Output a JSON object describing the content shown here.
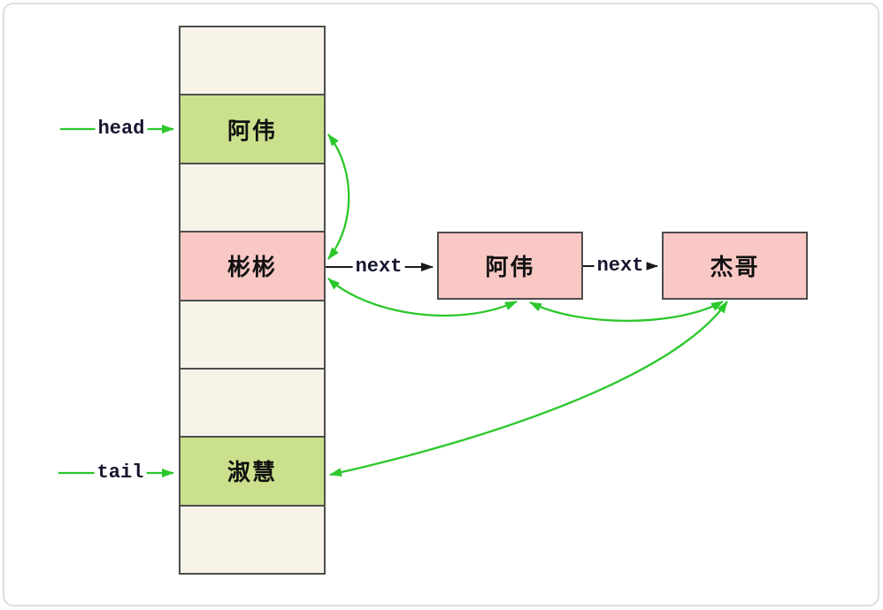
{
  "diagram_title": "",
  "colors": {
    "card_border": "#dedede",
    "cell_border": "#4d4d4d",
    "empty_fill": "#f7f3e9",
    "green_fill": "#cbe08c",
    "pink_fill": "#f9c8c5",
    "arrow_green": "#2bc82b",
    "arrow_black": "#1a1a1a"
  },
  "pointers": {
    "head_label": "head",
    "tail_label": "tail"
  },
  "array": {
    "cells": [
      {
        "label": "",
        "fill": "empty"
      },
      {
        "label": "阿伟",
        "fill": "green"
      },
      {
        "label": "",
        "fill": "empty"
      },
      {
        "label": "彬彬",
        "fill": "pink"
      },
      {
        "label": "",
        "fill": "empty"
      },
      {
        "label": "",
        "fill": "empty"
      },
      {
        "label": "淑慧",
        "fill": "green"
      },
      {
        "label": "",
        "fill": "empty"
      }
    ]
  },
  "chain": {
    "nodes": [
      {
        "label": "阿伟"
      },
      {
        "label": "杰哥"
      }
    ],
    "next_labels": [
      "next",
      "next"
    ]
  },
  "links": {
    "pointer_arrows": [
      {
        "from": "head",
        "to": "阿伟 (array cell)"
      },
      {
        "from": "tail",
        "to": "淑慧 (array cell)"
      }
    ],
    "hash_chain": [
      {
        "from": "彬彬 (array cell)",
        "to": "阿伟 (node)",
        "label": "next"
      },
      {
        "from": "阿伟 (node)",
        "to": "杰哥 (node)",
        "label": "next"
      }
    ],
    "order_links_double_arrows": [
      {
        "a": "阿伟 (array cell)",
        "b": "彬彬 (array cell)"
      },
      {
        "a": "彬彬 (array cell)",
        "b": "阿伟 (node)"
      },
      {
        "a": "阿伟 (node)",
        "b": "杰哥 (node)"
      },
      {
        "a": "杰哥 (node)",
        "b": "淑慧 (array cell)"
      }
    ]
  }
}
